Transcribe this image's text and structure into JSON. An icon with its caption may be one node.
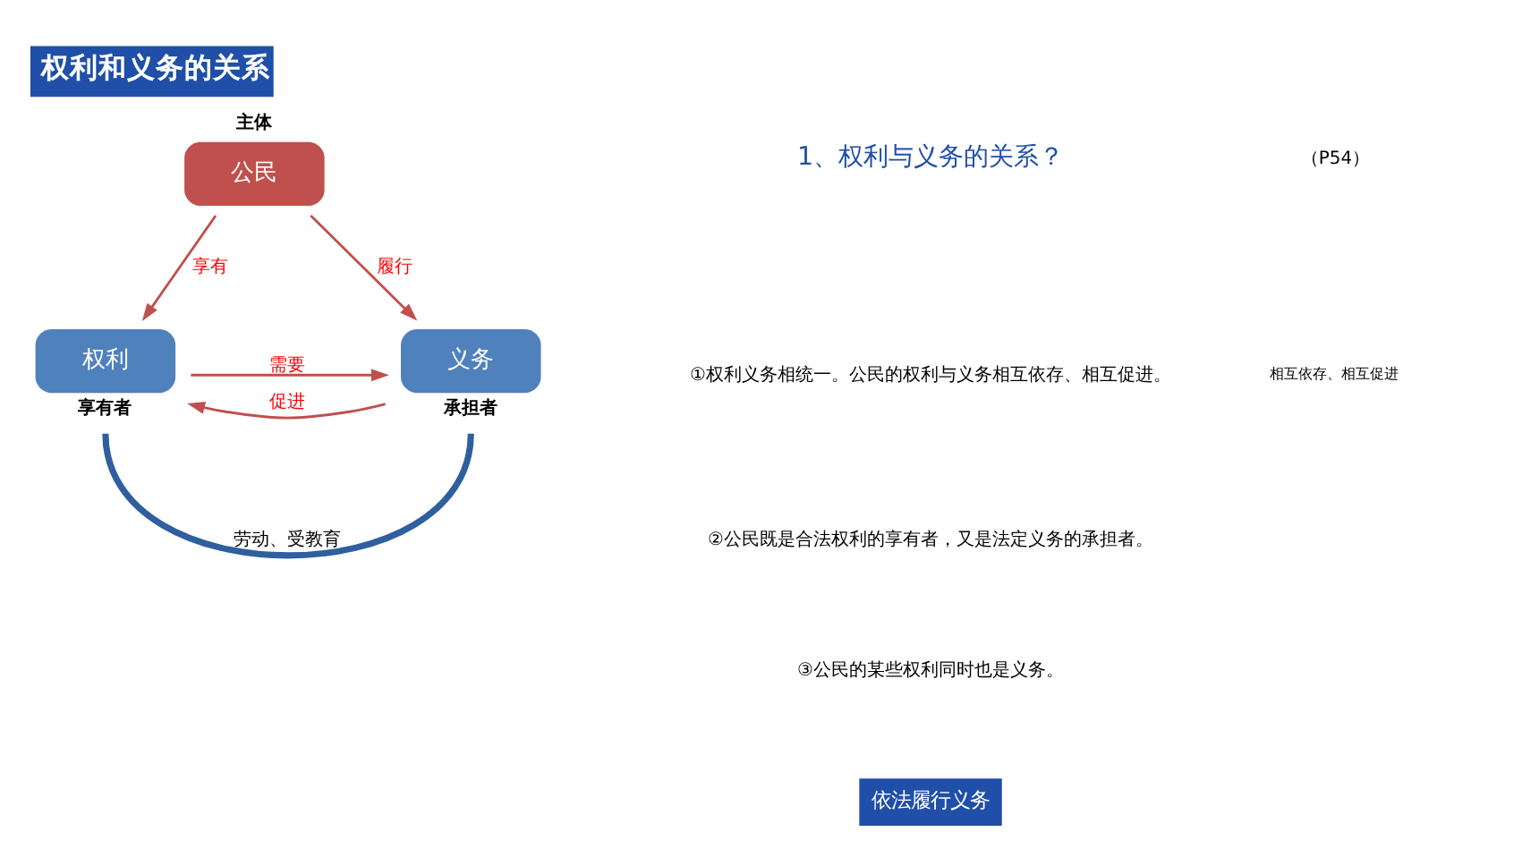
{
  "diagram": {
    "title": "权利和义务的关系",
    "nodes": [
      {
        "text": [
          "公民"
        ],
        "beside": [
          "主体"
        ]
      },
      {
        "text": [
          "权利"
        ],
        "beside": [
          "享有者"
        ]
      },
      {
        "text": [
          "义务"
        ],
        "beside": [
          "承担者"
        ]
      }
    ],
    "edges": [
      {
        "from": 0,
        "to": 1,
        "arrow": "to",
        "label": "享有"
      },
      {
        "from": 0,
        "to": 2,
        "arrow": "to",
        "label": "履行"
      },
      {
        "from": 1,
        "to": 2,
        "arrow": "to",
        "label": "需要"
      },
      {
        "from": 2,
        "to": 1,
        "arrow": "to",
        "label": "促进"
      },
      {
        "from": 1,
        "to": 2,
        "arrow": "none",
        "label": "劳动、受教育",
        "style": "thick",
        "color": "#2f5f9e"
      }
    ],
    "labels": [
      "相互依存、相互促进",
      "1、权利与义务的关系？",
      "（P54）",
      "①权利义务相统一。公民的权利与义务相互依存、相互促进。",
      "②公民既是合法权利的享有者，又是法定义务的承担者。",
      "③公民的某些权利同时也是义务。",
      "依法履行义务"
    ]
  }
}
